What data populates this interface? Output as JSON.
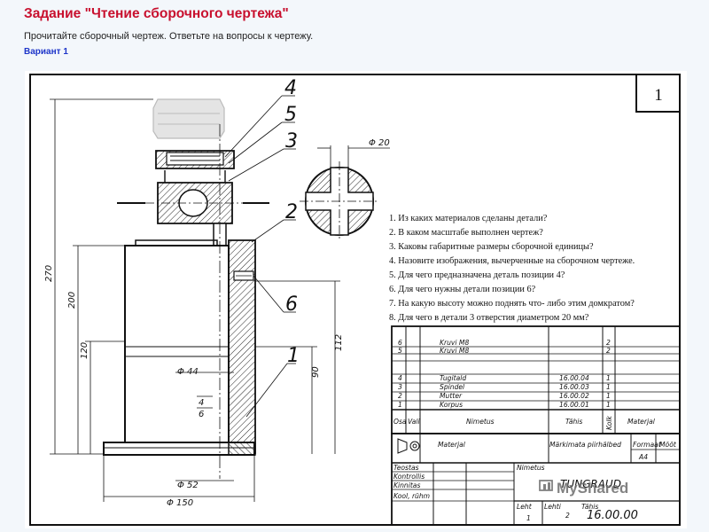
{
  "task": {
    "title": "Задание \"Чтение сборочного чертежа\"",
    "instruction": "Прочитайте сборочный чертеж. Ответьте на вопросы к чертежу.",
    "variant": "Вариант 1"
  },
  "drawing": {
    "sheet_number": "1",
    "callouts": [
      "4",
      "5",
      "3",
      "2",
      "6",
      "1"
    ],
    "dimensions": {
      "hole_diameter": "Φ 20",
      "overall_height": "270",
      "body_height": "200",
      "lower_height": "120",
      "right_height_1": "112",
      "right_height_2": "90",
      "diameter_44": "Φ 44",
      "diameter_52": "Φ 52",
      "diameter_150": "Φ 150",
      "thread_pitch": "4",
      "thread_height": "6"
    },
    "questions": [
      "1. Из каких материалов сделаны детали?",
      "2. В каком масштабе выполнен чертеж?",
      "3. Каковы габаритные размеры сборочной единицы?",
      "4. Назовите изображения, вычерченные на сборочном чертеже.",
      "5. Для чего предназначена деталь позиции 4?",
      "6. Для чего нужны детали позиции 6?",
      "7. На какую высоту можно поднять что- либо этим домкратом?",
      "8. Для чего в детали 3 отверстия диаметром 20 мм?"
    ],
    "parts": [
      {
        "pos": "6",
        "name": "Kruvi M8",
        "mark": "",
        "qty": "2"
      },
      {
        "pos": "5",
        "name": "Kruvi M8",
        "mark": "",
        "qty": "2"
      },
      {
        "pos": "4",
        "name": "Tugitald",
        "mark": "16.00.04",
        "qty": "1"
      },
      {
        "pos": "3",
        "name": "Spindel",
        "mark": "16.00.03",
        "qty": "1"
      },
      {
        "pos": "2",
        "name": "Mutter",
        "mark": "16.00.02",
        "qty": "1"
      },
      {
        "pos": "1",
        "name": "Korpus",
        "mark": "16.00.01",
        "qty": "1"
      }
    ],
    "table_header": {
      "osa": "Osa",
      "vali": "Vali",
      "nimetus": "Nimetus",
      "tahis": "Tähis",
      "kolk": "Kolk",
      "materjal": "Materjal"
    },
    "title_block": {
      "materjal": "Materjal",
      "markimata": "Märkimata piirhälbed",
      "formaat": "Formaat",
      "format_value": "A4",
      "moot": "Mõõt",
      "teostas": "Teostas",
      "kontrollis": "Kontrollis",
      "kinnitas": "Kinnitas",
      "kool": "Kool, rühm",
      "nimetus": "Nimetus",
      "product_name": "TUNGRAUD",
      "leht": "Leht",
      "leht_value": "1",
      "lehti": "Lehti",
      "lehti_value": "2",
      "tahis": "Tähis",
      "doc_code": "16.00.00"
    },
    "watermark": "MyShared"
  }
}
